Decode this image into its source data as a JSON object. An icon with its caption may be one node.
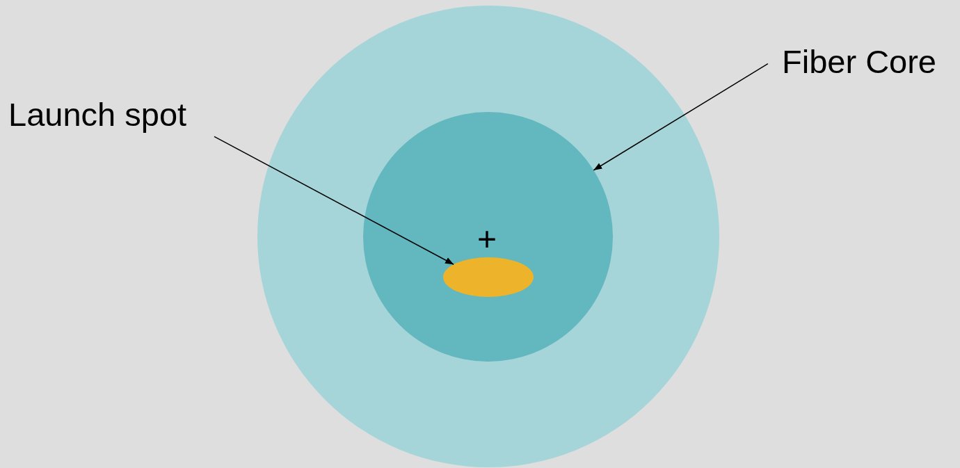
{
  "diagram": {
    "nodes": [
      {
        "text": [
          "Fiber Core"
        ]
      },
      {
        "text": [
          "Launch spot"
        ]
      },
      {
        "text": [],
        "shape": "circle"
      },
      {
        "text": [],
        "shape": "circle",
        "in": 2
      },
      {
        "text": [],
        "shape": "ellipse",
        "in": 3
      }
    ],
    "edges": [
      {
        "from": 1,
        "to": 4,
        "arrow": "to"
      },
      {
        "from": 0,
        "to": 3,
        "arrow": "to"
      }
    ],
    "labels": [
      "+"
    ]
  }
}
